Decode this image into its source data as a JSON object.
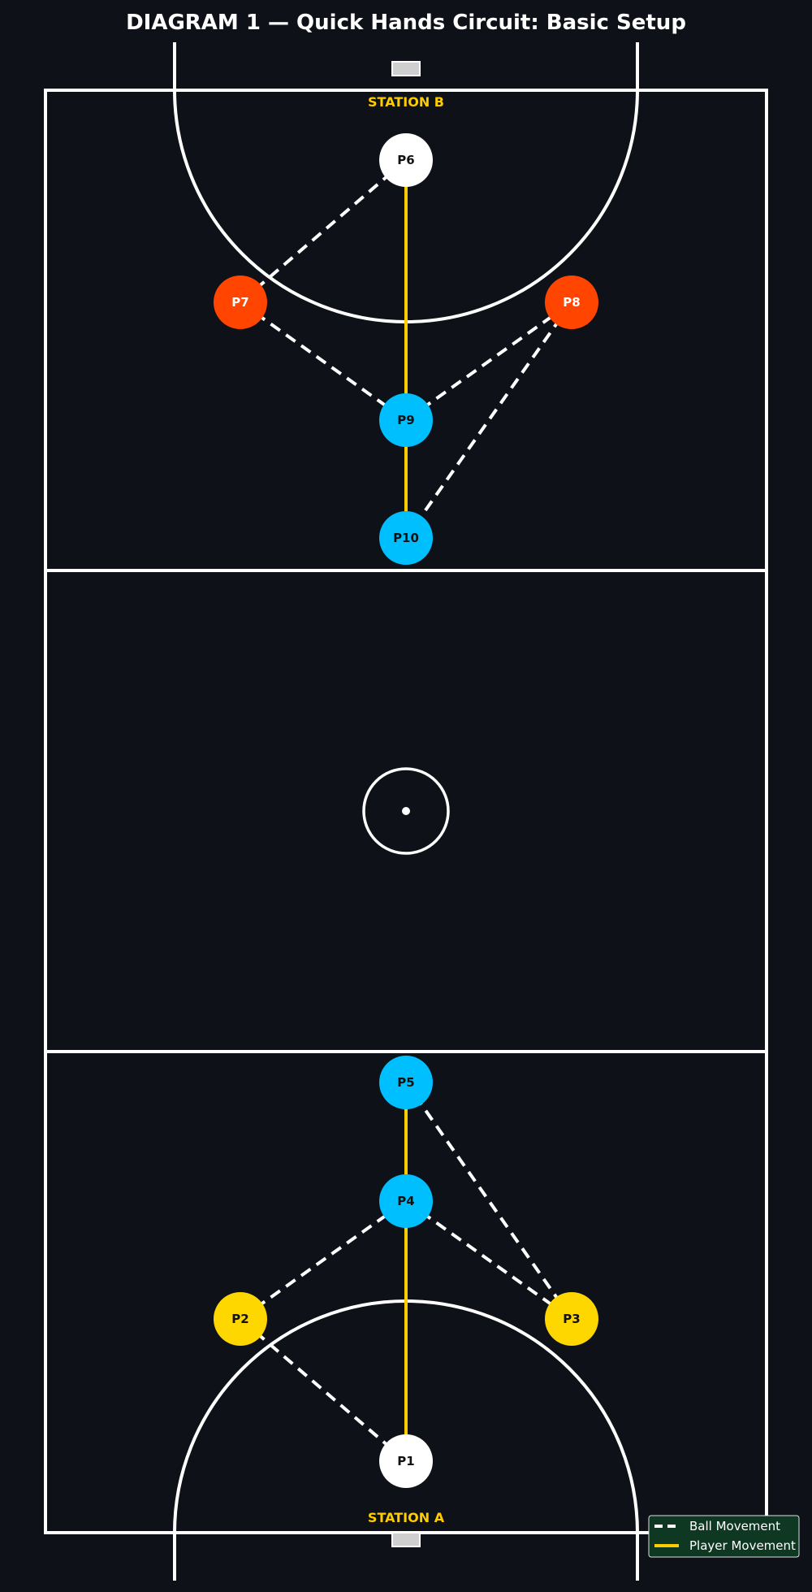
{
  "title": "DIAGRAM 1 — Quick Hands Circuit: Basic Setup",
  "stations": {
    "top": "STATION B",
    "bottom": "STATION A"
  },
  "legend": {
    "ball_movement": "Ball Movement",
    "player_movement": "Player Movement"
  },
  "colors": {
    "background": "#0e1118",
    "court_lines": "#ffffff",
    "station_label": "#ffcc00",
    "player_white": "#ffffff",
    "player_yellow": "#ffd700",
    "player_blue": "#00bfff",
    "player_orange": "#ff4500",
    "ball_movement": "#ffffff",
    "player_movement": "#ffcc00",
    "goal_post": "#cfcfcf",
    "legend_bg": "#0f3823"
  },
  "players": [
    {
      "id": "P1",
      "label": "P1",
      "color": "#ffffff",
      "text_color": "#111111"
    },
    {
      "id": "P2",
      "label": "P2",
      "color": "#ffd700",
      "text_color": "#111111"
    },
    {
      "id": "P3",
      "label": "P3",
      "color": "#ffd700",
      "text_color": "#111111"
    },
    {
      "id": "P4",
      "label": "P4",
      "color": "#00bfff",
      "text_color": "#111111"
    },
    {
      "id": "P5",
      "label": "P5",
      "color": "#00bfff",
      "text_color": "#111111"
    },
    {
      "id": "P6",
      "label": "P6",
      "color": "#ffffff",
      "text_color": "#111111"
    },
    {
      "id": "P7",
      "label": "P7",
      "color": "#ff4500",
      "text_color": "#ffffff"
    },
    {
      "id": "P8",
      "label": "P8",
      "color": "#ff4500",
      "text_color": "#ffffff"
    },
    {
      "id": "P9",
      "label": "P9",
      "color": "#00bfff",
      "text_color": "#111111"
    },
    {
      "id": "P10",
      "label": "P10",
      "color": "#00bfff",
      "text_color": "#111111"
    }
  ],
  "ball_passes": [
    [
      "P1",
      "P2"
    ],
    [
      "P2",
      "P4"
    ],
    [
      "P4",
      "P3"
    ],
    [
      "P3",
      "P5"
    ],
    [
      "P6",
      "P7"
    ],
    [
      "P7",
      "P9"
    ],
    [
      "P9",
      "P8"
    ],
    [
      "P8",
      "P10"
    ]
  ],
  "player_runs": [
    [
      "P1",
      "P4"
    ],
    [
      "P4",
      "P5"
    ],
    [
      "P6",
      "P9"
    ],
    [
      "P9",
      "P10"
    ]
  ]
}
